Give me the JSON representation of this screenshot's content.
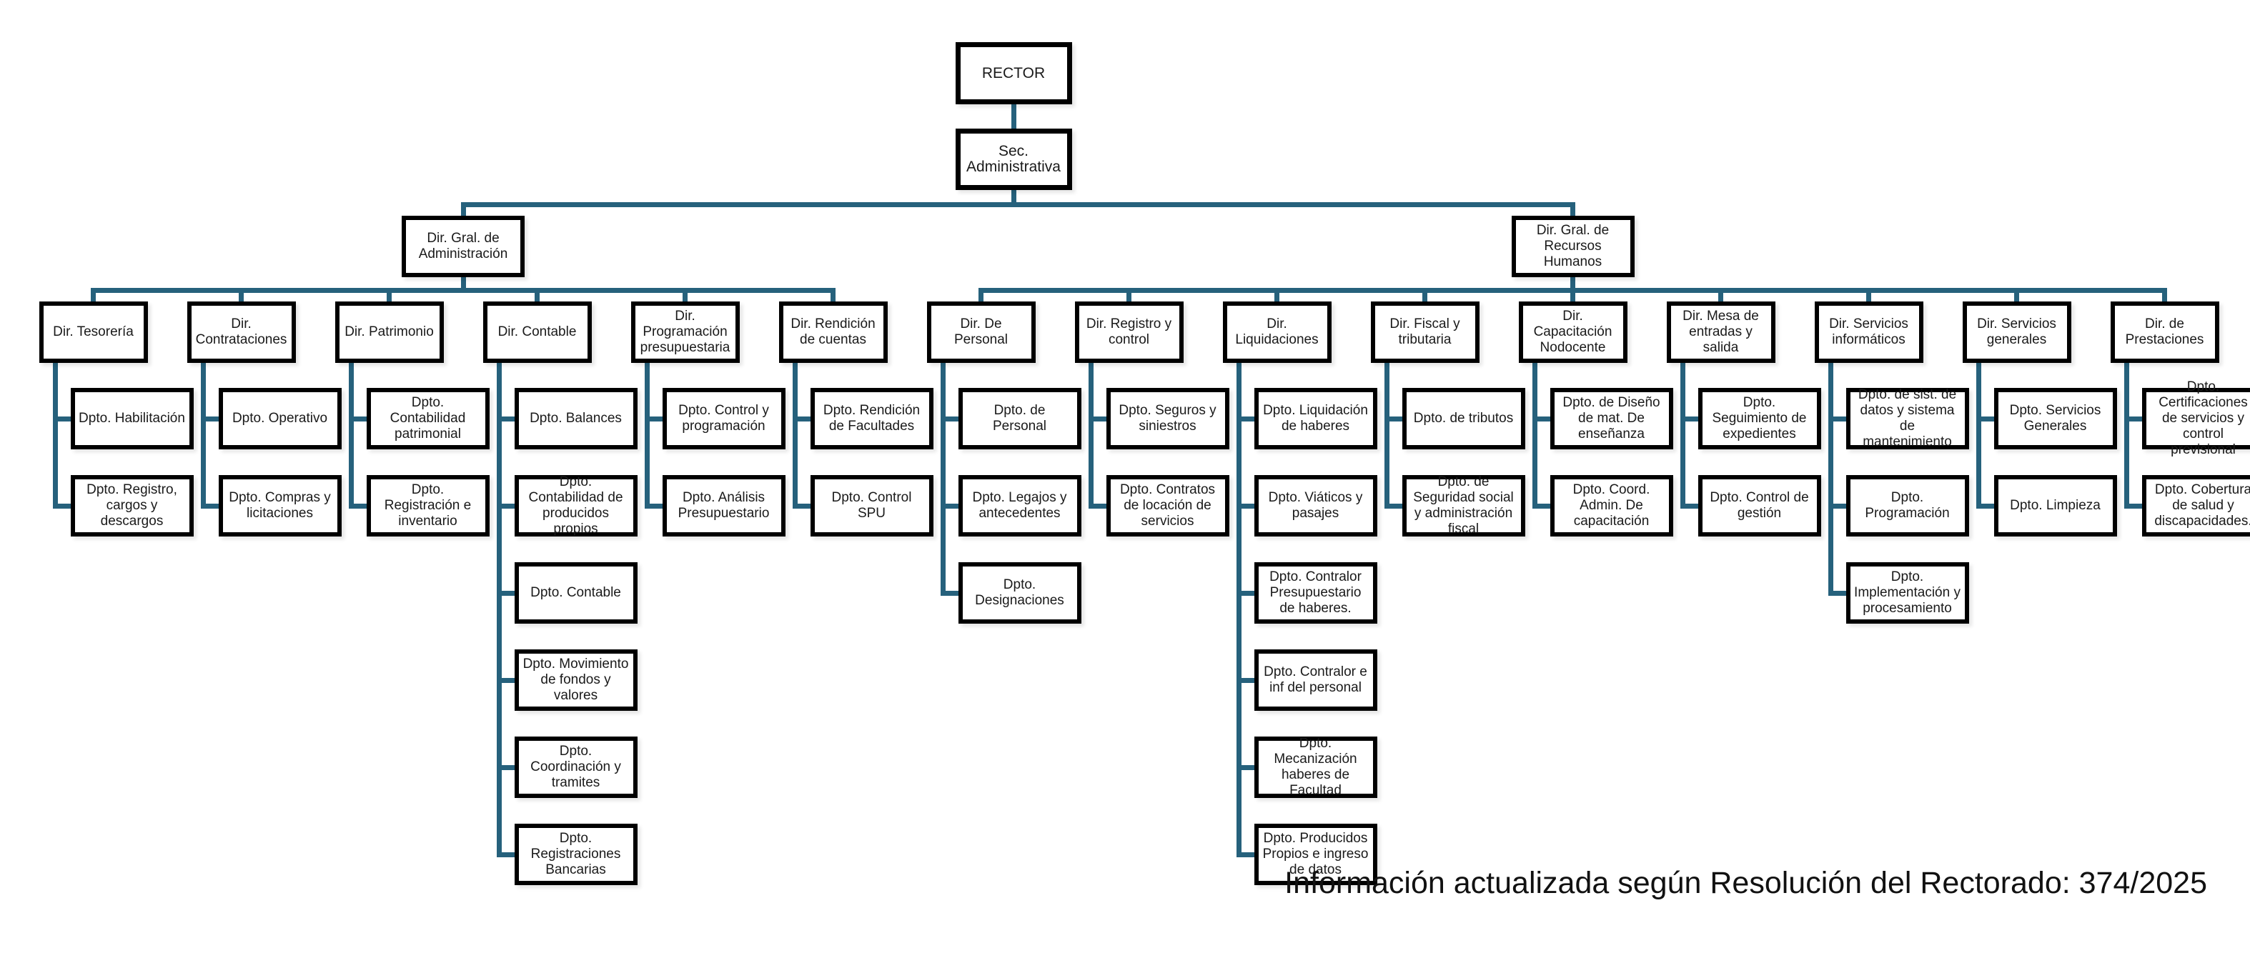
{
  "colors": {
    "connector": "#26617c",
    "box_border": "#000000",
    "box_background": "#ffffff",
    "text": "#1a1a1a"
  },
  "footer": {
    "note": "Información actualizada según Resolución del Rectorado: 374/2025"
  },
  "org_chart": {
    "root": {
      "label": "RECTOR"
    },
    "secretariat": {
      "label": "Sec. Administrativa"
    },
    "branches": [
      {
        "label": "Dir. Gral. de Administración",
        "directions": [
          {
            "label": "Dir. Tesorería",
            "departments": [
              "Dpto. Habilitación",
              "Dpto. Registro, cargos y descargos"
            ]
          },
          {
            "label": "Dir. Contrataciones",
            "departments": [
              "Dpto. Operativo",
              "Dpto. Compras y licitaciones"
            ]
          },
          {
            "label": "Dir. Patrimonio",
            "departments": [
              "Dpto. Contabilidad patrimonial",
              "Dpto. Registración e inventario"
            ]
          },
          {
            "label": "Dir. Contable",
            "departments": [
              "Dpto. Balances",
              "Dpto. Contabilidad de producidos propios",
              "Dpto. Contable",
              "Dpto. Movimiento de fondos y valores",
              "Dpto. Coordinación y tramites",
              "Dpto. Registraciones Bancarias"
            ]
          },
          {
            "label": "Dir. Programación presupuestaria",
            "departments": [
              "Dpto. Control y programación",
              "Dpto. Análisis Presupuestario"
            ]
          },
          {
            "label": "Dir. Rendición de cuentas",
            "departments": [
              "Dpto. Rendición de Facultades",
              "Dpto. Control SPU"
            ]
          }
        ]
      },
      {
        "label": "Dir. Gral. de Recursos Humanos",
        "directions": [
          {
            "label": "Dir. De Personal",
            "departments": [
              "Dpto. de Personal",
              "Dpto. Legajos y antecedentes",
              "Dpto. Designaciones"
            ]
          },
          {
            "label": "Dir. Registro y control",
            "departments": [
              "Dpto. Seguros y siniestros",
              "Dpto. Contratos de locación de servicios"
            ]
          },
          {
            "label": "Dir. Liquidaciones",
            "departments": [
              "Dpto. Liquidación de haberes",
              "Dpto. Viáticos y pasajes",
              "Dpto. Contralor Presupuestario de haberes.",
              "Dpto. Contralor e inf del personal",
              "Dpto. Mecanización haberes de Facultad",
              "Dpto. Producidos Propios e ingreso de datos"
            ]
          },
          {
            "label": "Dir. Fiscal y tributaria",
            "departments": [
              "Dpto. de tributos",
              "Dpto. de Seguridad social y administración fiscal"
            ]
          },
          {
            "label": "Dir. Capacitación Nodocente",
            "departments": [
              "Dpto. de Diseño de mat. De enseñanza",
              "Dpto. Coord. Admin. De capacitación"
            ]
          },
          {
            "label": "Dir. Mesa de entradas y salida",
            "departments": [
              "Dpto. Seguimiento de expedientes",
              "Dpto. Control de gestión"
            ]
          },
          {
            "label": "Dir. Servicios informáticos",
            "departments": [
              "Dpto. de sist. de datos y sistema de mantenimiento",
              "Dpto. Programación",
              "Dpto. Implementación y procesamiento"
            ]
          },
          {
            "label": "Dir. Servicios generales",
            "departments": [
              "Dpto. Servicios Generales",
              "Dpto. Limpieza"
            ]
          },
          {
            "label": "Dir. de Prestaciones",
            "departments": [
              "Dpto. Certificaciones de servicios y control previsional",
              "Dpto. Cobertura de salud y discapacidades."
            ]
          }
        ]
      }
    ]
  }
}
